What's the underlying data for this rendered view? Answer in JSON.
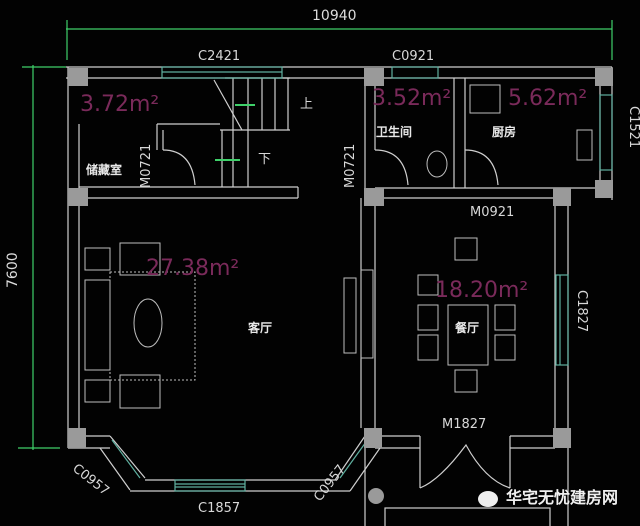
{
  "dimensions": {
    "width_total": "10940",
    "height_total": "7600"
  },
  "windows": {
    "top_left": "C2421",
    "top_bath": "C0921",
    "right_kitchen": "C1521",
    "right_dining": "C1827",
    "bay_left": "C0957",
    "bay_right": "C0957",
    "bay_bottom": "C1857"
  },
  "doors": {
    "storage": "M0721",
    "bathroom": "M0721",
    "kitchen": "M0921",
    "entrance": "M1827"
  },
  "rooms": [
    {
      "name": "储藏室",
      "area": "3.72m²"
    },
    {
      "name": "卫生间",
      "area": "3.52m²"
    },
    {
      "name": "厨房",
      "area": "5.62m²"
    },
    {
      "name": "客厅",
      "area": "27.38m²"
    },
    {
      "name": "餐厅",
      "area": "18.20m²"
    }
  ],
  "stairs": {
    "up": "上",
    "down": "下"
  },
  "watermark": {
    "text": "华宅无忧建房网",
    "icon": "wechat-icon"
  },
  "colors": {
    "wall": "#cfcfcf",
    "column": "#9a9a9a",
    "window": "#5fb0a0",
    "dim_line": "#3fd06a",
    "area_text": "#7a2a5a"
  }
}
